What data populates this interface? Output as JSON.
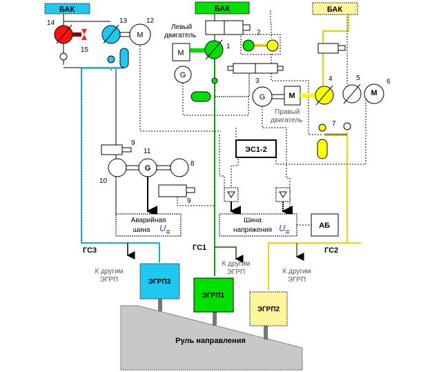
{
  "tanks": [
    {
      "label": "БАК",
      "color": "#1ec8f0"
    },
    {
      "label": "БАК",
      "color": "#00e000"
    },
    {
      "label": "БАК",
      "color": "#fff59a"
    }
  ],
  "numbers": {
    "n1": "1",
    "n2": "2",
    "n3": "3",
    "n4": "4",
    "n5": "5",
    "n6": "6",
    "n7": "7",
    "n8": "8",
    "n9a": "9",
    "n9b": "9",
    "n10": "10",
    "n11": "11",
    "n12": "12",
    "n13": "13",
    "n14": "14",
    "n15": "15"
  },
  "machines": {
    "motor": "M",
    "generator": "G",
    "motor_ac": "M\n~"
  },
  "engines": {
    "left": "Левый двигатель",
    "left_l1": "Левый",
    "left_l2": "двигатель",
    "right_l1": "Правый",
    "right_l2": "двигатель"
  },
  "es": "ЭС1-2",
  "buses": {
    "emergency_l1": "Аварийная",
    "emergency_l2": "шина",
    "voltage_l1": "Шина",
    "voltage_l2": "напряжения",
    "u": "U",
    "eq": "=",
    "battery": "АБ"
  },
  "systems": {
    "gs1": "ГС1",
    "gs2": "ГС2",
    "gs3": "ГС3",
    "to_other_l1": "К другим",
    "to_other_l2": "ЭГРП"
  },
  "actuators": [
    {
      "label": "ЭГРП3",
      "color": "#1ec8f0"
    },
    {
      "label": "ЭГРП1",
      "color": "#00e000"
    },
    {
      "label": "ЭГРП2",
      "color": "#fff59a"
    }
  ],
  "rudder": "Руль направления",
  "colors": {
    "cyan": "#1ec8f0",
    "green": "#00e000",
    "yellow": "#ffff00",
    "red": "#ff0000",
    "olive": "#9a8a10",
    "gray": "#c8c8c8"
  }
}
